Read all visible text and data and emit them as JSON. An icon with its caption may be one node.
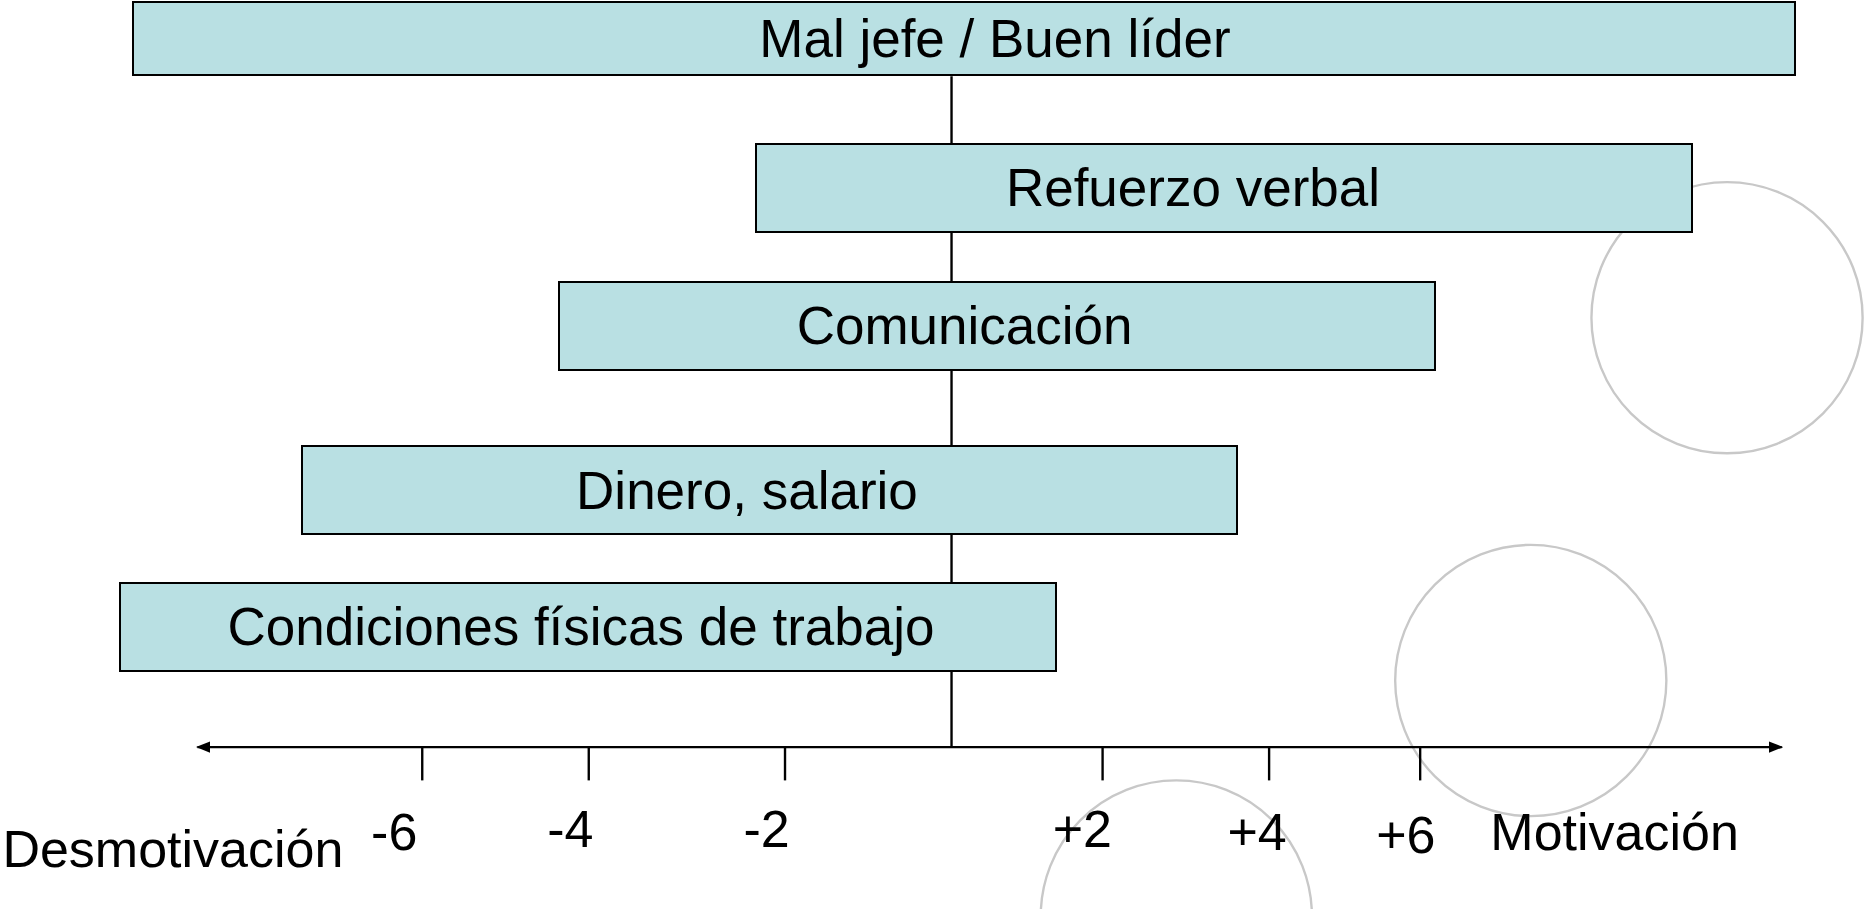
{
  "diagram": {
    "nodes": [
      {
        "text": [
          "Mal jefe / Buen líder"
        ]
      },
      {
        "text": [
          "Refuerzo verbal"
        ]
      },
      {
        "text": [
          "Comunicación"
        ]
      },
      {
        "text": [
          "Dinero, salario"
        ]
      },
      {
        "text": [
          "Condiciones físicas de trabajo"
        ]
      }
    ],
    "labels": [
      "Desmotivación",
      "-6",
      "-4",
      "-2",
      "+2",
      "+4",
      "+6",
      "Motivación"
    ]
  }
}
